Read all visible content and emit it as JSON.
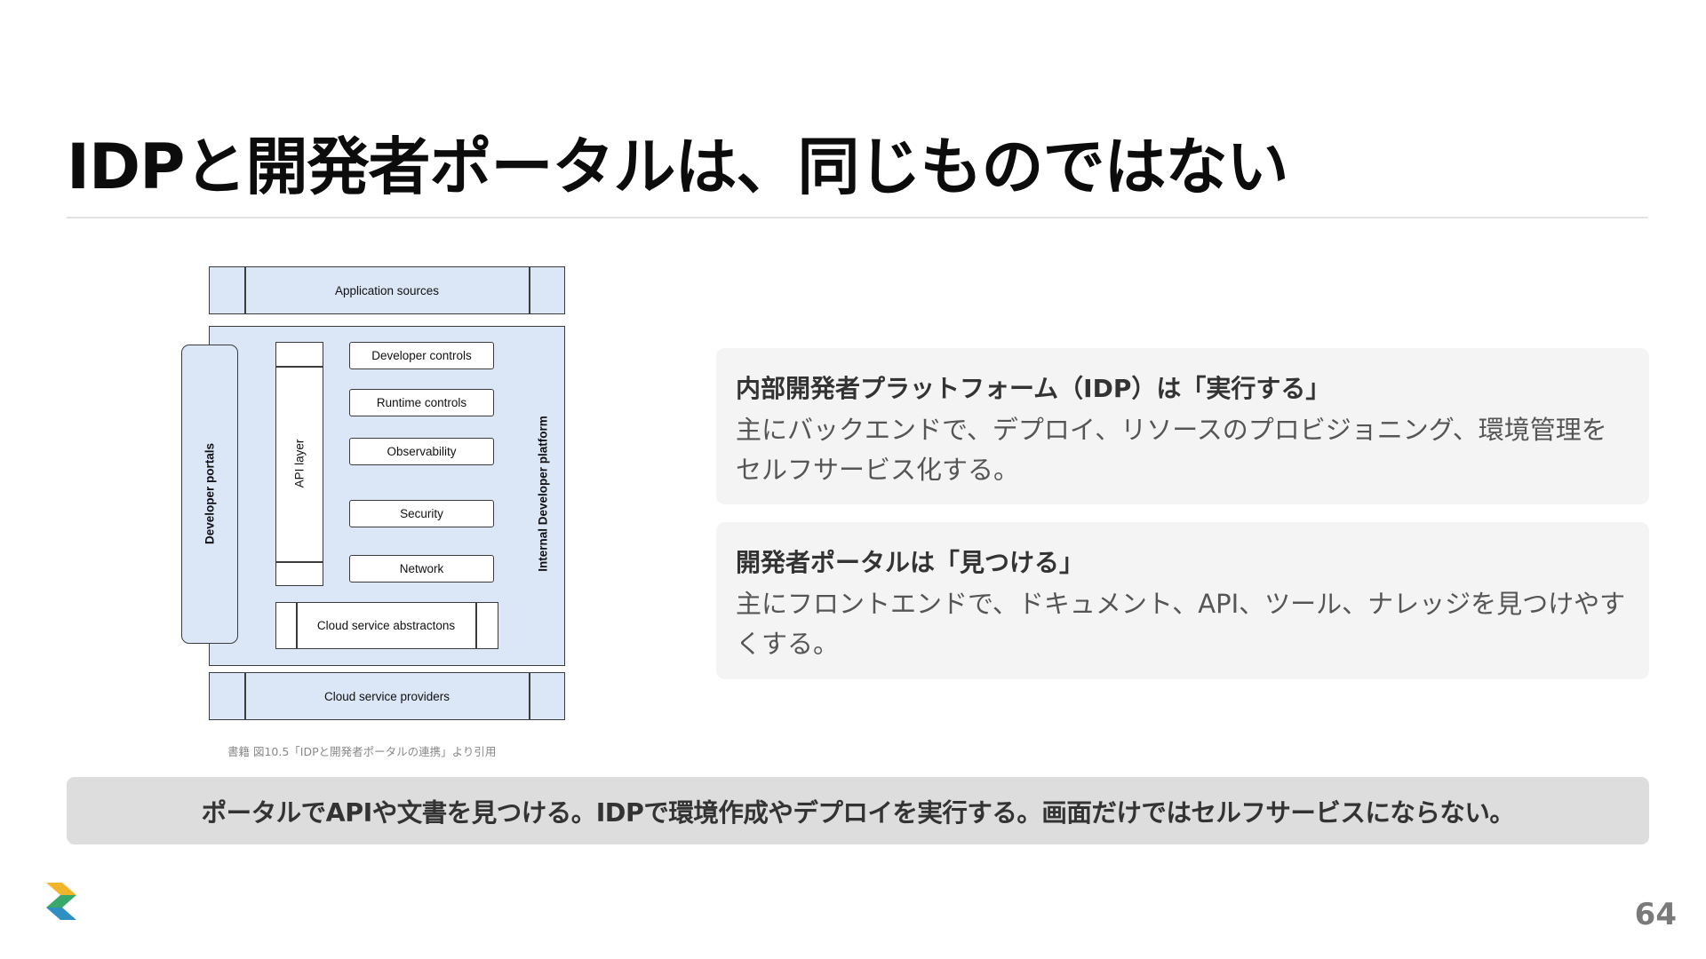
{
  "title": "IDPと開発者ポータルは、同じものではない",
  "diagram": {
    "application_sources": "Application sources",
    "developer_portals": "Developer portals",
    "api_layer": "API layer",
    "controls": [
      "Developer controls",
      "Runtime controls",
      "Observability",
      "Security",
      "Network"
    ],
    "cloud_service_abstractions": "Cloud service abstractons",
    "internal_developer_platform": "Internal Developer platform",
    "cloud_service_providers": "Cloud service providers",
    "caption": "書籍 図10.5「IDPと開発者ポータルの連携」より引用",
    "colors": {
      "box_fill": "#dbe6f6",
      "stroke": "#3b3b3b"
    }
  },
  "cards": [
    {
      "heading": "内部開発者プラットフォーム（IDP）は「実行する」",
      "body": "主にバックエンドで、デプロイ、リソースのプロビジョニング、環境管理をセルフサービス化する。"
    },
    {
      "heading": "開発者ポータルは「見つける」",
      "body": "主にフロントエンドで、ドキュメント、API、ツール、ナレッジを見つけやすくする。"
    }
  ],
  "banner": "ポータルでAPIや文書を見つける。IDPで環境作成やデプロイを実行する。画面だけではセルフサービスにならない。",
  "logo_icon": "brand-logo-icon",
  "page_number": "64"
}
